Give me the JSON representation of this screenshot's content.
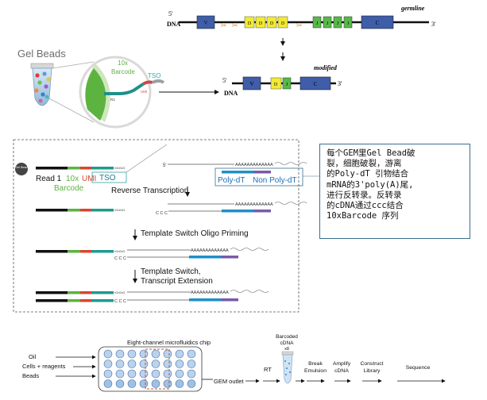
{
  "top_right": {
    "germline_label": "germline",
    "modified_label": "modified",
    "dna_label": "DNA",
    "end5": "5'",
    "end3": "3'",
    "seg_v": "V",
    "seg_d": "D",
    "seg_j": "J",
    "seg_c": "C"
  },
  "gel": {
    "title": "Gel Beads",
    "barcode_line1": "10x",
    "barcode_line2": "Barcode",
    "tso": "TSO",
    "r1": "R1",
    "umi": "UMI"
  },
  "middle": {
    "read1": "Read 1",
    "x10": "10x",
    "barcode": "Barcode",
    "umi": "UMI",
    "tso": "TSO",
    "rgrg": "rGrGrG",
    "rt": "Reverse Transcription",
    "five_prime": "5'",
    "polya": "AAAAAAAAAAAAA",
    "polydt": "Poly-dT",
    "nonpolydt": "Non Poly-dT",
    "ccc": "C C C",
    "switch1": "Template Switch Oligo Priming",
    "switch2a": "Template Switch,",
    "switch2b": "Transcript Extension",
    "gel_bead": "Gel Bead"
  },
  "note": {
    "lines": [
      "每个GEM里Gel Bead破",
      "裂，细胞破裂，游离",
      "的Poly-dT 引物结合",
      "mRNA的3'poly(A)尾,",
      "进行反转录。反转录",
      "的cDNA通过ccc结合",
      "10xBarcode 序列"
    ]
  },
  "bottom": {
    "chip_title": "Eight-channel microfluidics chip",
    "inputs": [
      "Oil",
      "Cells + reagents",
      "Beads"
    ],
    "gem_outlet": "GEM outlet",
    "rt": "RT",
    "barcoded1": "Barcoded",
    "barcoded2": "cDNA",
    "barcoded3": "x8",
    "steps": [
      [
        "Break",
        "Emulsion"
      ],
      [
        "Amplify",
        "cDNA"
      ],
      [
        "Construct",
        "Library"
      ],
      [
        "Sequence",
        ""
      ]
    ]
  }
}
